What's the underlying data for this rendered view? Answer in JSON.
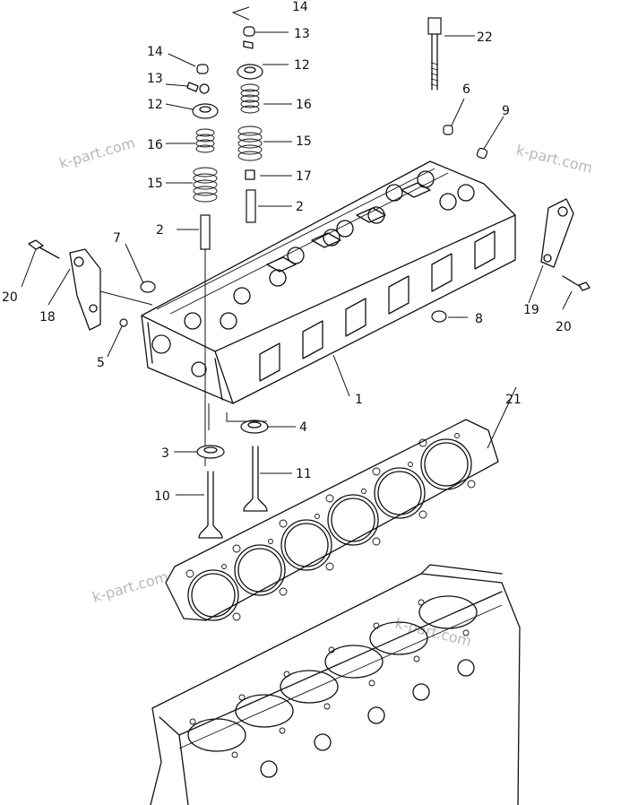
{
  "callouts": {
    "c1": "1",
    "c2a": "2",
    "c2b": "2",
    "c3": "3",
    "c4": "4",
    "c5": "5",
    "c6": "6",
    "c7": "7",
    "c8": "8",
    "c9": "9",
    "c10": "10",
    "c11": "11",
    "c12a": "12",
    "c12b": "12",
    "c13a": "13",
    "c13b": "13",
    "c14a": "14",
    "c14b": "14",
    "c15a": "15",
    "c15b": "15",
    "c16a": "16",
    "c16b": "16",
    "c17": "17",
    "c18": "18",
    "c19": "19",
    "c20a": "20",
    "c20b": "20",
    "c21": "21",
    "c22": "22"
  },
  "watermarks": {
    "w1": "k-part.com",
    "w2": "k-part.com",
    "w3": "k-part.com",
    "w4": "k-part.com"
  }
}
